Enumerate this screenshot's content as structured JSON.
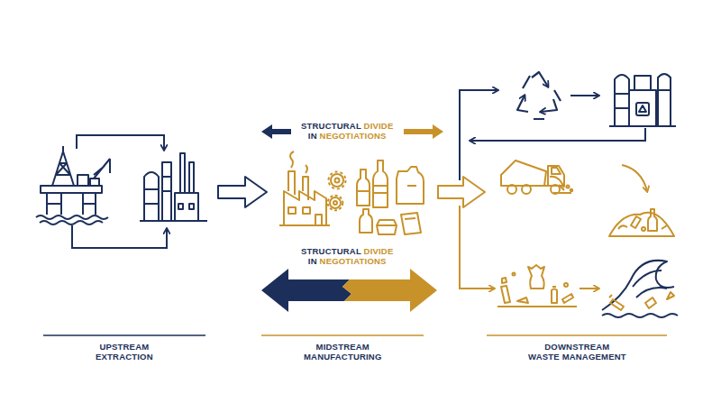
{
  "diagram": {
    "labels": [
      "STRUCTURAL DIVIDE IN NEGOTIATIONS",
      "STRUCTURAL DIVIDE IN NEGOTIATIONS",
      "UPSTREAM EXTRACTION",
      "MIDSTREAM MANUFACTURING",
      "DOWNSTREAM WASTE MANAGEMENT"
    ]
  }
}
